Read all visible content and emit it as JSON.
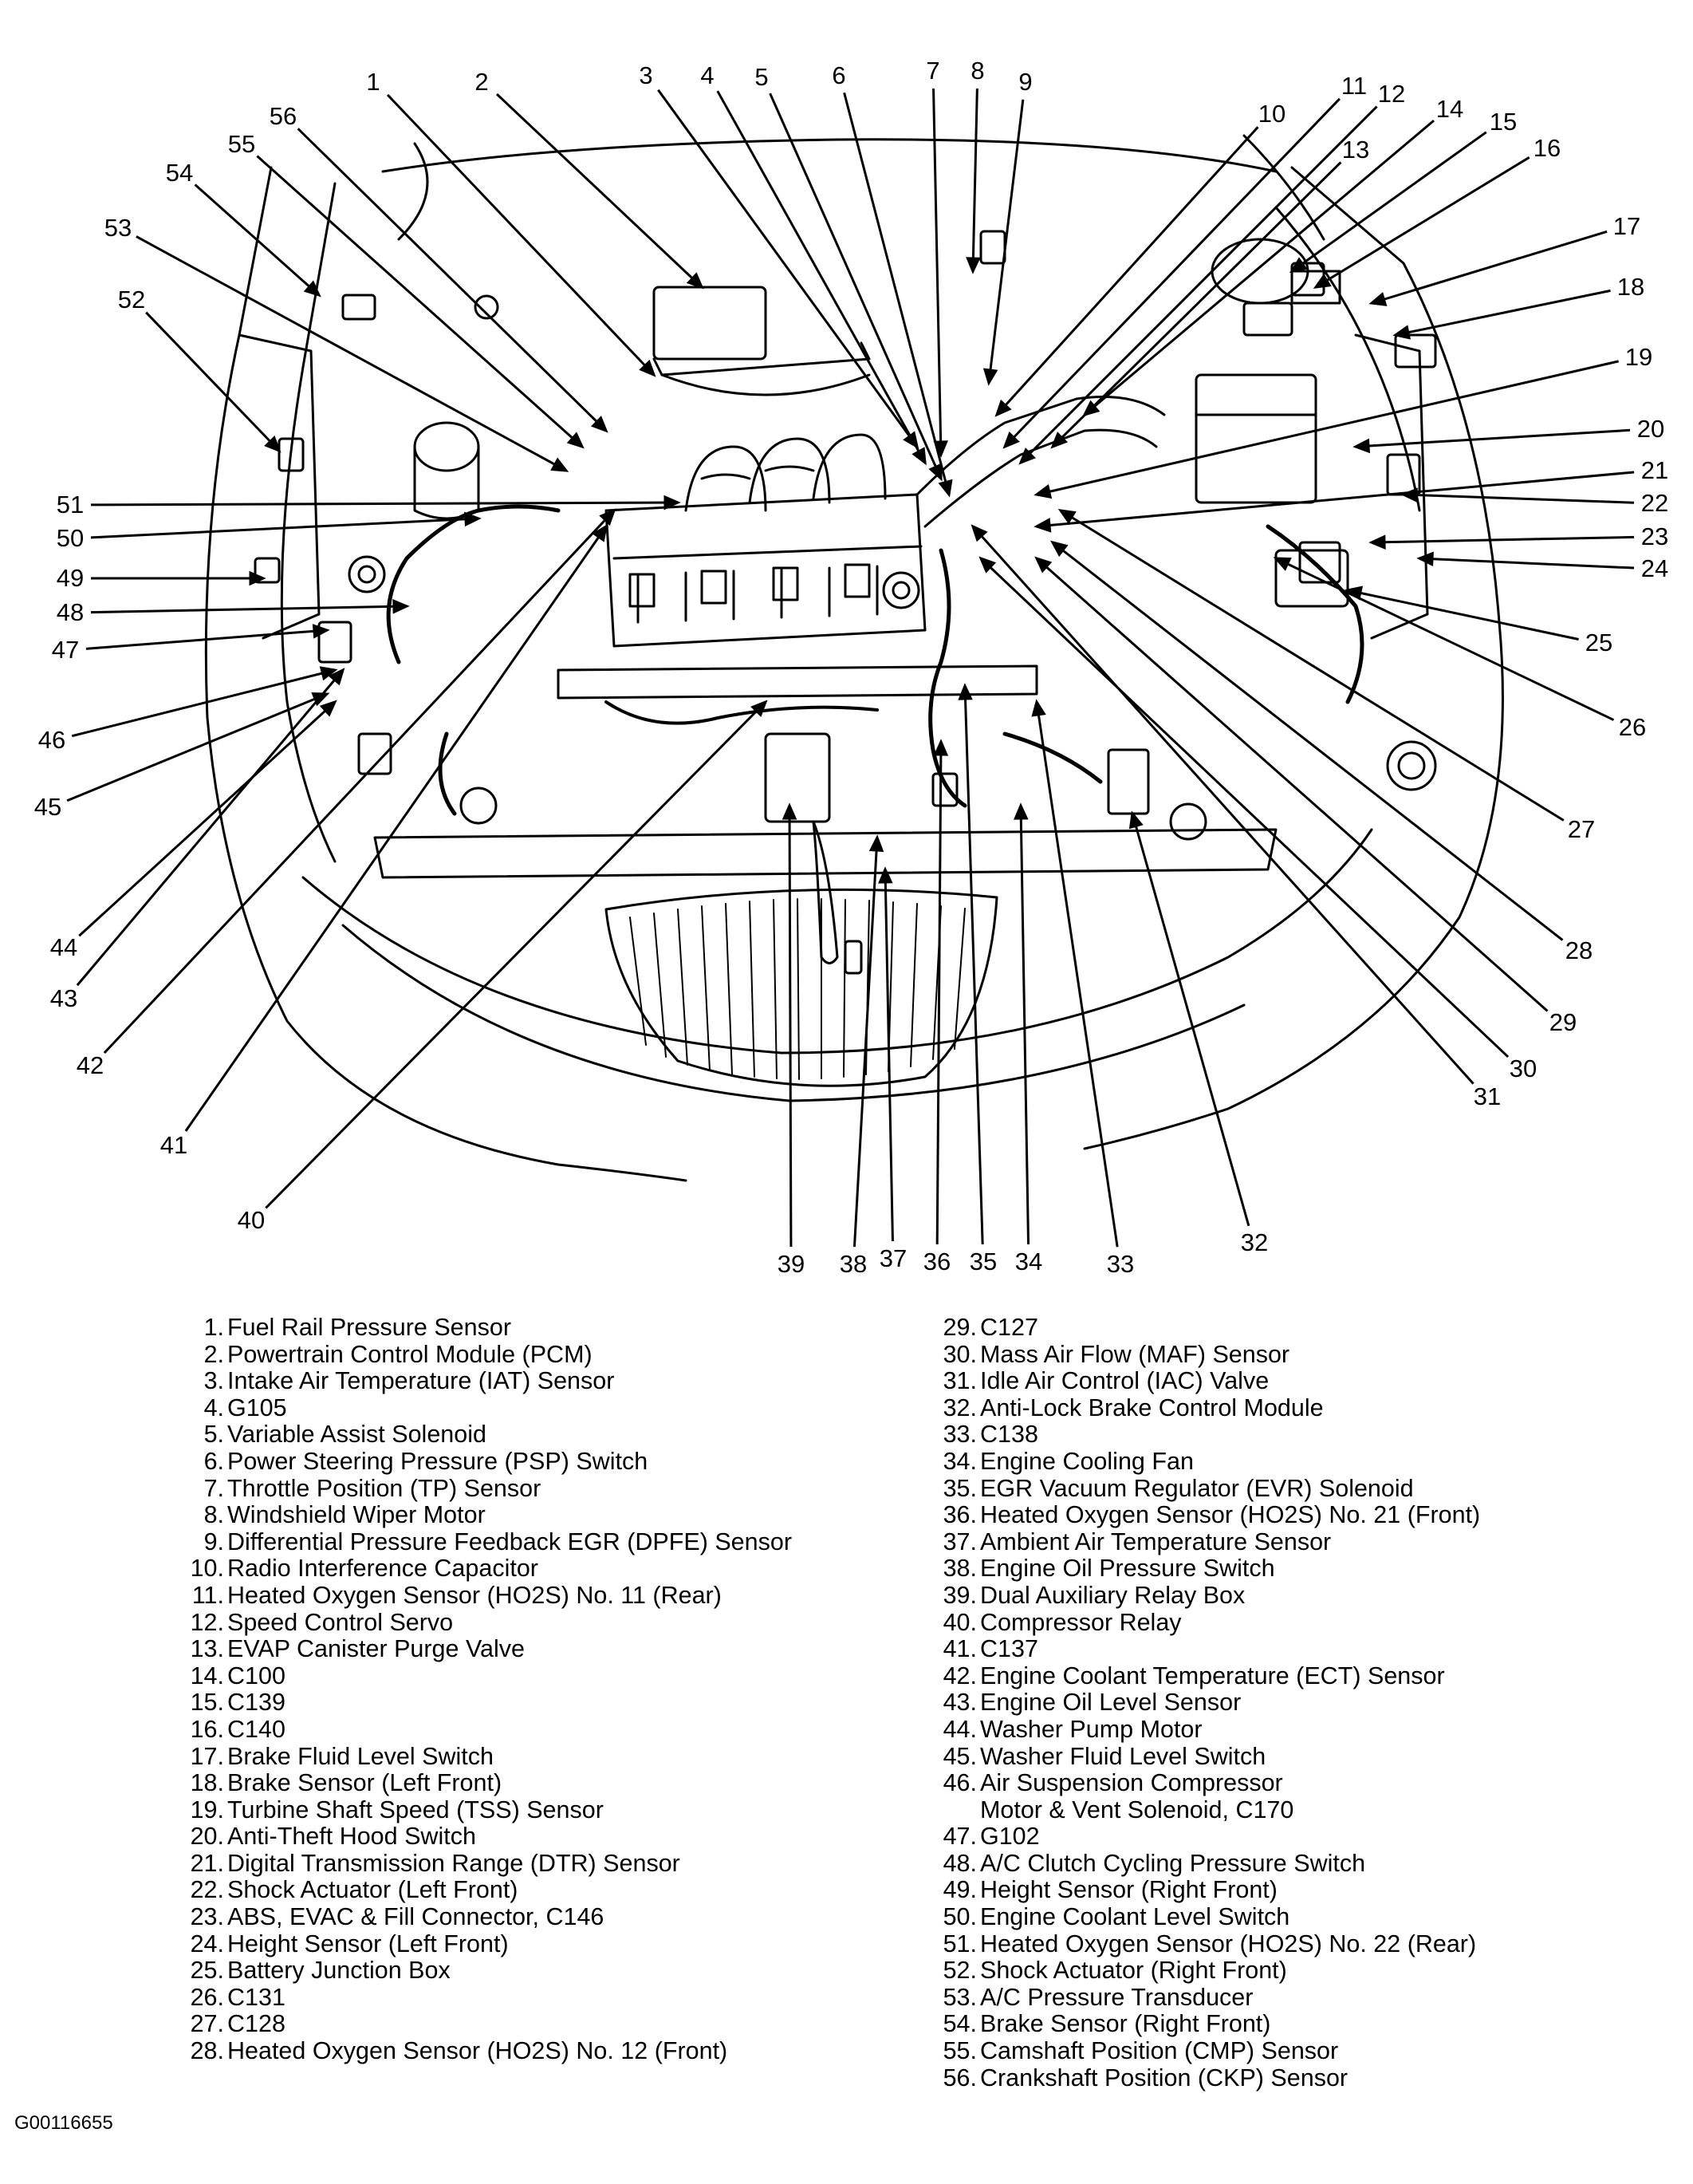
{
  "figure_id": "G00116655",
  "callout_labels": [
    "1",
    "2",
    "3",
    "4",
    "5",
    "6",
    "7",
    "8",
    "9",
    "10",
    "11",
    "12",
    "13",
    "14",
    "15",
    "16",
    "17",
    "18",
    "19",
    "20",
    "21",
    "22",
    "23",
    "24",
    "25",
    "26",
    "27",
    "28",
    "29",
    "30",
    "31",
    "32",
    "33",
    "34",
    "35",
    "36",
    "37",
    "38",
    "39",
    "40",
    "41",
    "42",
    "43",
    "44",
    "45",
    "46",
    "47",
    "48",
    "49",
    "50",
    "51",
    "52",
    "53",
    "54",
    "55",
    "56"
  ],
  "legend_left": [
    {
      "num": "1.",
      "text": "Fuel Rail Pressure Sensor"
    },
    {
      "num": "2.",
      "text": "Powertrain Control Module (PCM)"
    },
    {
      "num": "3.",
      "text": "Intake Air Temperature (IAT) Sensor"
    },
    {
      "num": "4.",
      "text": "G105"
    },
    {
      "num": "5.",
      "text": "Variable Assist Solenoid"
    },
    {
      "num": "6.",
      "text": "Power Steering Pressure (PSP) Switch"
    },
    {
      "num": "7.",
      "text": "Throttle Position (TP) Sensor"
    },
    {
      "num": "8.",
      "text": "Windshield Wiper Motor"
    },
    {
      "num": "9.",
      "text": "Differential Pressure Feedback EGR (DPFE) Sensor"
    },
    {
      "num": "10.",
      "text": "Radio Interference Capacitor"
    },
    {
      "num": "11.",
      "text": "Heated Oxygen Sensor (HO2S) No. 11 (Rear)"
    },
    {
      "num": "12.",
      "text": "Speed Control Servo"
    },
    {
      "num": "13.",
      "text": "EVAP Canister Purge Valve"
    },
    {
      "num": "14.",
      "text": "C100"
    },
    {
      "num": "15.",
      "text": "C139"
    },
    {
      "num": "16.",
      "text": "C140"
    },
    {
      "num": "17.",
      "text": "Brake Fluid Level Switch"
    },
    {
      "num": "18.",
      "text": "Brake Sensor (Left Front)"
    },
    {
      "num": "19.",
      "text": "Turbine Shaft Speed (TSS) Sensor"
    },
    {
      "num": "20.",
      "text": "Anti-Theft Hood Switch"
    },
    {
      "num": "21.",
      "text": "Digital Transmission Range (DTR) Sensor"
    },
    {
      "num": "22.",
      "text": "Shock Actuator (Left Front)"
    },
    {
      "num": "23.",
      "text": "ABS, EVAC & Fill Connector, C146"
    },
    {
      "num": "24.",
      "text": "Height Sensor (Left Front)"
    },
    {
      "num": "25.",
      "text": "Battery Junction Box"
    },
    {
      "num": "26.",
      "text": "C131"
    },
    {
      "num": "27.",
      "text": "C128"
    },
    {
      "num": "28.",
      "text": "Heated Oxygen Sensor (HO2S) No. 12 (Front)"
    }
  ],
  "legend_right": [
    {
      "num": "29.",
      "text": "C127"
    },
    {
      "num": "30.",
      "text": "Mass Air Flow (MAF) Sensor"
    },
    {
      "num": "31.",
      "text": "Idle Air Control (IAC) Valve"
    },
    {
      "num": "32.",
      "text": "Anti-Lock Brake Control Module"
    },
    {
      "num": "33.",
      "text": "C138"
    },
    {
      "num": "34.",
      "text": "Engine Cooling Fan"
    },
    {
      "num": "35.",
      "text": "EGR Vacuum Regulator (EVR) Solenoid"
    },
    {
      "num": "36.",
      "text": "Heated Oxygen Sensor (HO2S) No. 21 (Front)"
    },
    {
      "num": "37.",
      "text": "Ambient Air Temperature Sensor"
    },
    {
      "num": "38.",
      "text": "Engine Oil Pressure Switch"
    },
    {
      "num": "39.",
      "text": "Dual Auxiliary Relay Box"
    },
    {
      "num": "40.",
      "text": "Compressor Relay"
    },
    {
      "num": "41.",
      "text": "C137"
    },
    {
      "num": "42.",
      "text": "Engine Coolant Temperature (ECT) Sensor"
    },
    {
      "num": "43.",
      "text": "Engine Oil Level Sensor"
    },
    {
      "num": "44.",
      "text": "Washer Pump Motor"
    },
    {
      "num": "45.",
      "text": "Washer Fluid Level Switch"
    },
    {
      "num": "46.",
      "text": "Air Suspension Compressor",
      "continuation": "Motor & Vent Solenoid, C170"
    },
    {
      "num": "47.",
      "text": "G102"
    },
    {
      "num": "48.",
      "text": "A/C Clutch Cycling Pressure Switch"
    },
    {
      "num": "49.",
      "text": "Height Sensor (Right Front)"
    },
    {
      "num": "50.",
      "text": "Engine Coolant Level Switch"
    },
    {
      "num": "51.",
      "text": "Heated Oxygen Sensor (HO2S) No. 22 (Rear)"
    },
    {
      "num": "52.",
      "text": "Shock Actuator (Right Front)"
    },
    {
      "num": "53.",
      "text": "A/C Pressure Transducer"
    },
    {
      "num": "54.",
      "text": "Brake Sensor (Right Front)"
    },
    {
      "num": "55.",
      "text": "Camshaft Position (CMP) Sensor"
    },
    {
      "num": "56.",
      "text": "Crankshaft Position (CKP) Sensor"
    }
  ]
}
